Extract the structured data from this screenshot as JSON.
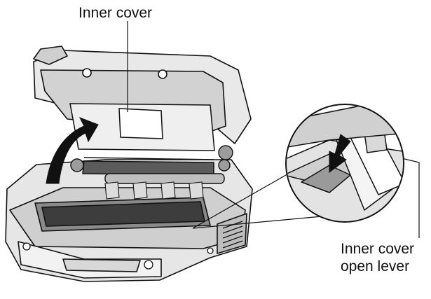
{
  "labels": {
    "inner_cover": "Inner cover",
    "lever_line1": "Inner cover",
    "lever_line2": "open lever"
  },
  "colors": {
    "line": "#111111",
    "device_light": "#e9e9e9",
    "device_mid": "#c6c6c6",
    "device_dark": "#5a5a5a",
    "arrow": "#111111"
  },
  "icons": [
    "open-arrow-icon",
    "push-arrow-icon"
  ]
}
